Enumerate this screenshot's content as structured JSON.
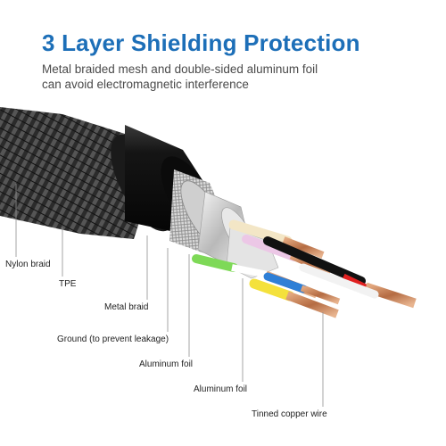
{
  "header": {
    "title": "3 Layer Shielding Protection",
    "subtitle_line1": "Metal braided mesh and double-sided aluminum foil",
    "subtitle_line2": "can avoid electromagnetic interference"
  },
  "labels": {
    "nylon_braid": "Nylon braid",
    "tpe": "TPE",
    "metal_braid": "Metal braid",
    "ground": "Ground (to prevent leakage)",
    "aluminum_foil_1": "Aluminum foil",
    "aluminum_foil_2": "Aluminum foil",
    "tinned_copper": "Tinned copper wire"
  },
  "wire_colors": {
    "white": "#f2f2f2",
    "yellow": "#f4e13c",
    "green": "#7ed957",
    "blue": "#2f7fd6",
    "red": "#e02020",
    "black": "#111111",
    "pink": "#ecc7e6",
    "cream": "#f3e6c6"
  },
  "colors": {
    "title": "#1d6fb8",
    "copper": "#c7855a"
  }
}
